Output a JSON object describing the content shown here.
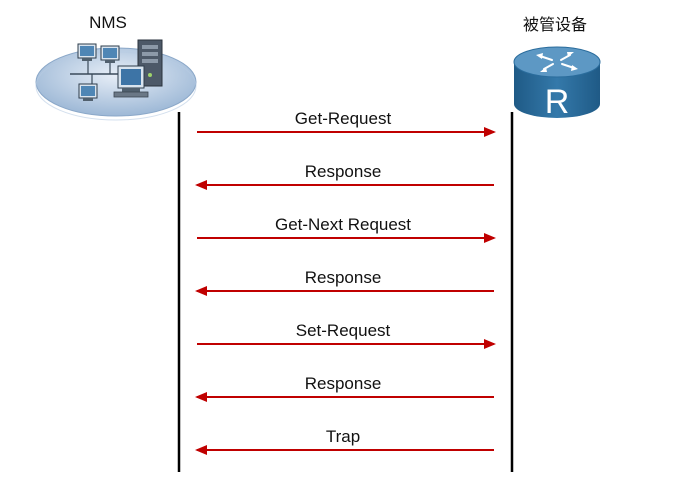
{
  "nodes": {
    "left": {
      "label": "NMS",
      "icon": "network-management-station-icon"
    },
    "right": {
      "label": "被管设备",
      "icon": "router-icon"
    }
  },
  "messages": [
    {
      "label": "Get-Request",
      "direction": "right"
    },
    {
      "label": "Response",
      "direction": "left"
    },
    {
      "label": "Get-Next Request",
      "direction": "right"
    },
    {
      "label": "Response",
      "direction": "left"
    },
    {
      "label": "Set-Request",
      "direction": "right"
    },
    {
      "label": "Response",
      "direction": "left"
    },
    {
      "label": "Trap",
      "direction": "left"
    }
  ],
  "colors": {
    "arrow": "#c00000",
    "lifeline": "#000000",
    "router_body": "#2a6c9c",
    "router_top": "#5d98c4",
    "platform": "#9db8d6"
  }
}
